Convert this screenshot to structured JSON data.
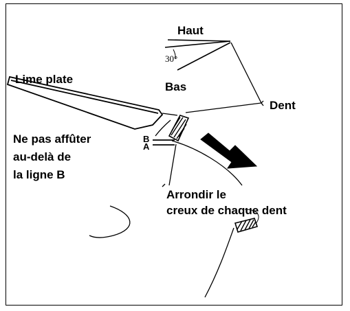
{
  "labels": {
    "top": "Haut",
    "bottom": "Bas",
    "file": "Lime plate",
    "tooth": "Dent",
    "warning_line1": "Ne pas affûter",
    "warning_line2": "au-delà de",
    "warning_line3": "la ligne B",
    "round_line1": "Arrondir le",
    "round_line2": "creux de chaque dent",
    "angle": "30°",
    "line_b": "B",
    "line_a": "A"
  },
  "colors": {
    "ink": "#000000",
    "background": "#ffffff"
  },
  "icons": {
    "arrow": "thick-arrow-down-right"
  }
}
